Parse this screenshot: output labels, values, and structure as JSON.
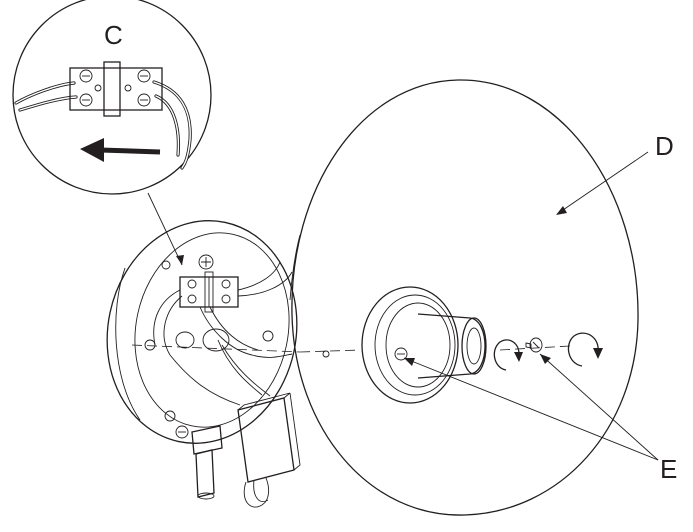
{
  "diagram": {
    "labels": {
      "c": "C",
      "d": "D",
      "e": "E"
    },
    "colors": {
      "line": "#231f20",
      "background": "#ffffff",
      "wire": "#231f20"
    },
    "icons": {
      "direction_arrow": "left-arrow-icon",
      "rotate_arrow": "clockwise-rotation-icon"
    }
  }
}
